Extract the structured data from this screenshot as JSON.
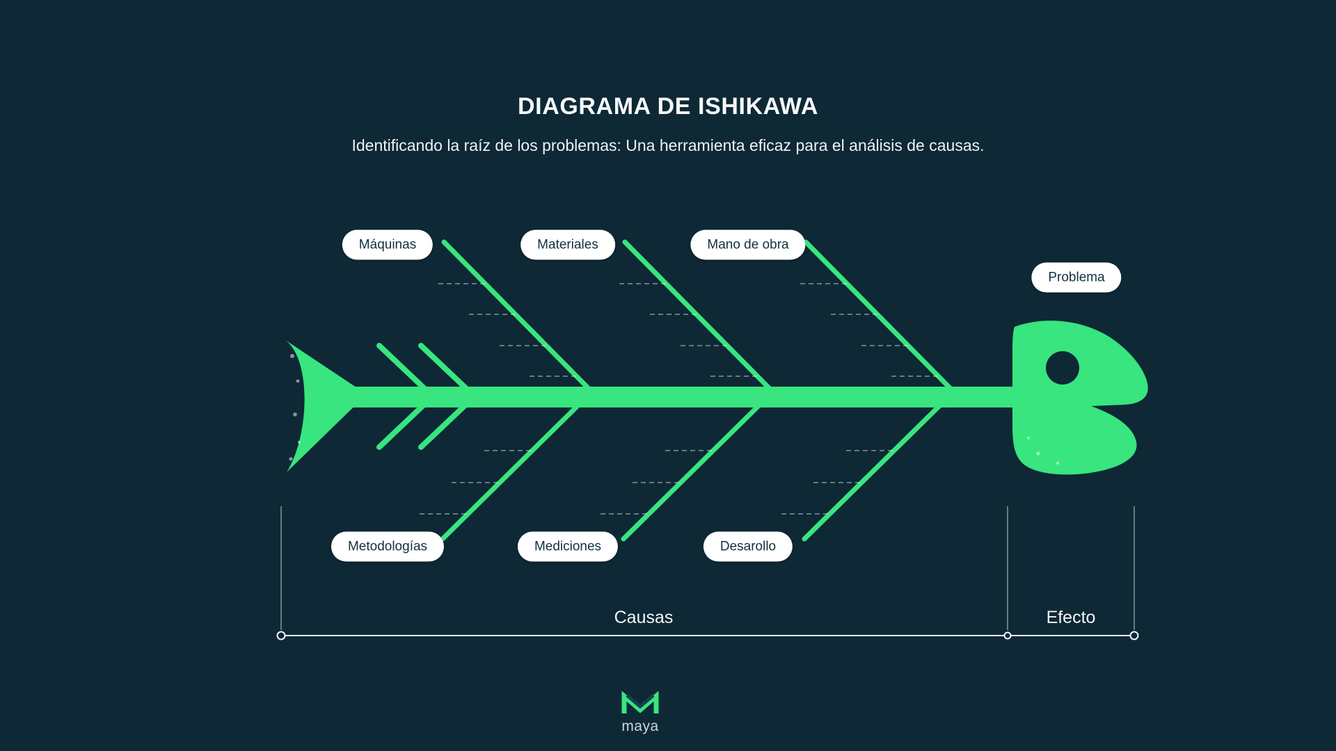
{
  "title": "DIAGRAMA DE ISHIKAWA",
  "subtitle": "Identificando la raíz de los problemas: Una herramienta eficaz para el análisis de causas.",
  "diagram": {
    "type": "fishbone-ishikawa",
    "top_causes": [
      "Máquinas",
      "Materiales",
      "Mano de obra"
    ],
    "bottom_causes": [
      "Metodologías",
      "Mediciones",
      "Desarollo"
    ],
    "effect_pill": "Problema",
    "causes_label": "Causas",
    "effect_label": "Efecto"
  },
  "colors": {
    "background": "#0e2836",
    "accent_green": "#38e57e",
    "pill_bg": "#ffffff",
    "pill_text": "#12303f"
  },
  "logo": {
    "text": "maya"
  }
}
